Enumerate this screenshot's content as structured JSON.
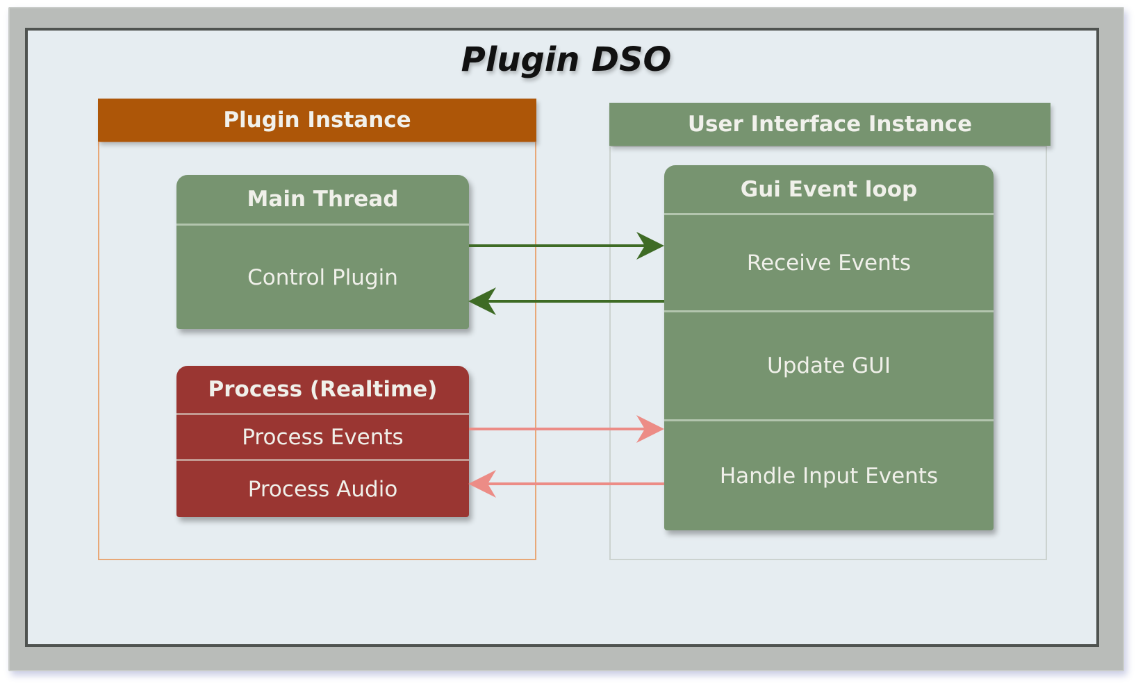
{
  "diagram": {
    "title": "Plugin DSO",
    "plugin_instance": {
      "header": "Plugin Instance",
      "main_thread": {
        "title": "Main Thread",
        "body": "Control Plugin"
      },
      "process": {
        "title": "Process (Realtime)",
        "events": "Process Events",
        "audio": "Process Audio"
      }
    },
    "ui_instance": {
      "header": "User Interface Instance",
      "gui_loop": {
        "title": "Gui Event loop",
        "receive": "Receive Events",
        "update": "Update GUI",
        "handle": "Handle Input Events"
      }
    }
  },
  "colors": {
    "plugin_header": "#ad5608",
    "green": "#779470",
    "red": "#9a3632",
    "green_arrow": "#3e6b25",
    "red_arrow": "#ec8c86"
  }
}
